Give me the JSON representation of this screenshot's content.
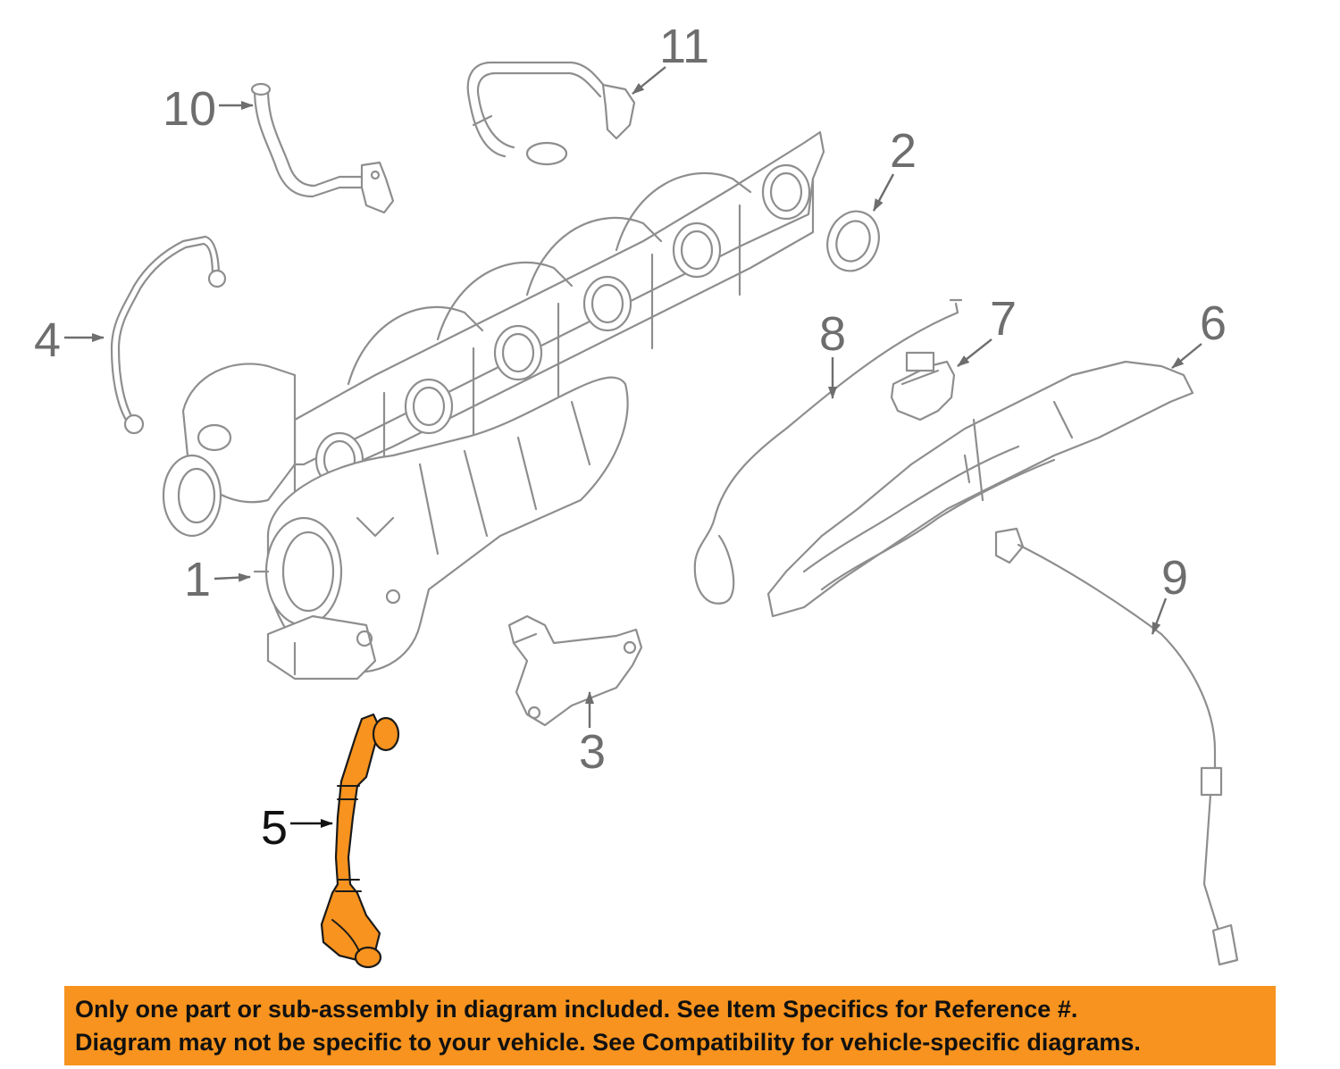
{
  "diagram": {
    "highlighted_part": "5",
    "highlight_color": "#f7931e",
    "callouts": [
      {
        "label": "1",
        "part": "turbocharger"
      },
      {
        "label": "2",
        "part": "gasket-ring"
      },
      {
        "label": "3",
        "part": "support-bracket"
      },
      {
        "label": "4",
        "part": "oil-feed-line"
      },
      {
        "label": "5",
        "part": "oil-return-pipe"
      },
      {
        "label": "6",
        "part": "heat-shield"
      },
      {
        "label": "7",
        "part": "sensor"
      },
      {
        "label": "8",
        "part": "vacuum-line"
      },
      {
        "label": "9",
        "part": "oxygen-sensor"
      },
      {
        "label": "10",
        "part": "coolant-return-pipe"
      },
      {
        "label": "11",
        "part": "coolant-feed-pipe"
      }
    ]
  },
  "notice": {
    "line1": "Only one part or sub-assembly in diagram included. See Item Specifics for Reference #.",
    "line2": "Diagram may not be specific to your vehicle. See Compatibility for vehicle-specific diagrams."
  }
}
